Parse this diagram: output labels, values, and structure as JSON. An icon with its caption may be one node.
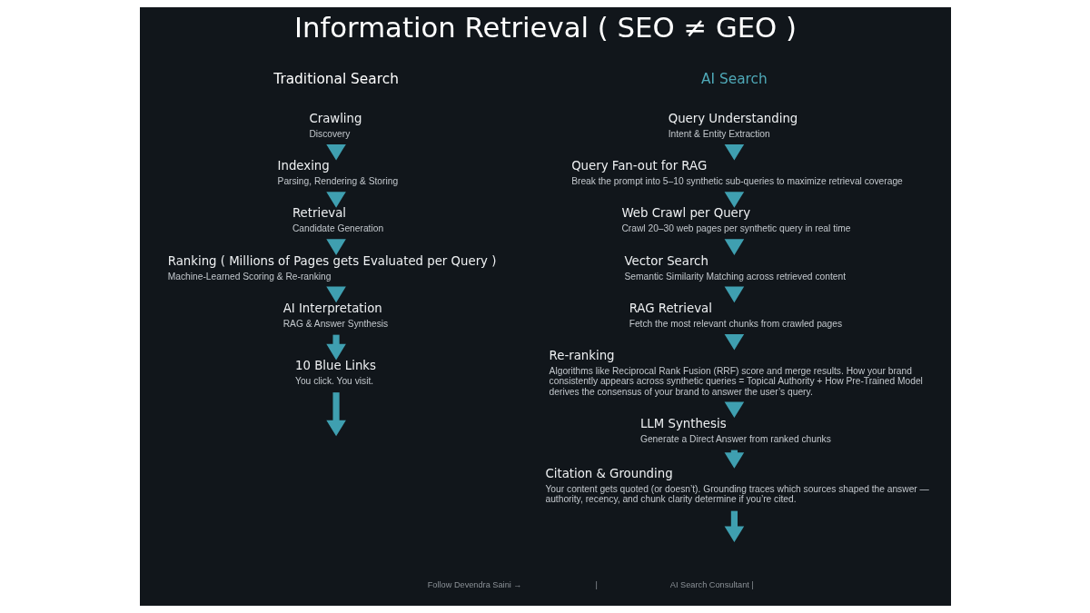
{
  "diagram": {
    "title": "Information Retrieval ( SEO ≠ GEO )",
    "nodes": [
      {
        "text": [
          "Crawling",
          "Discovery"
        ]
      },
      {
        "text": [
          "Indexing",
          "Parsing, Rendering & Storing"
        ]
      },
      {
        "text": [
          "Retrieval",
          "Candidate Generation"
        ]
      },
      {
        "text": [
          "Ranking ( Millions of Pages gets Evaluated per Query )",
          "Machine-Learned Scoring & Re-ranking"
        ]
      },
      {
        "text": [
          "AI Interpretation",
          "RAG & Answer Synthesis"
        ]
      },
      {
        "text": [
          "10 Blue Links",
          "You click. You visit."
        ]
      },
      {
        "text": [
          "Query Understanding",
          "Intent & Entity Extraction"
        ]
      },
      {
        "text": [
          "Query Fan-out for RAG",
          "Break the prompt into 5–10 synthetic sub-queries to maximize retrieval coverage"
        ]
      },
      {
        "text": [
          "Web Crawl per Query",
          "Crawl 20–30 web pages per synthetic query in real time"
        ]
      },
      {
        "text": [
          "Vector Search",
          "Semantic Similarity Matching across retrieved content"
        ]
      },
      {
        "text": [
          "RAG Retrieval",
          "Fetch the most relevant chunks from crawled pages"
        ]
      },
      {
        "text": [
          "Re-ranking",
          "Algorithms like Reciprocal Rank Fusion (RRF) score and merge results. How your brand consistently appears across synthetic queries = Topical Authority + How Pre-Trained Model derives the consensus of your brand to answer the user’s query."
        ]
      },
      {
        "text": [
          "LLM Synthesis",
          "Generate a Direct Answer from ranked chunks"
        ]
      },
      {
        "text": [
          "Citation & Grounding",
          "Your content gets quoted (or doesn’t). Grounding traces which sources shaped the answer — authority, recency, and chunk clarity determine if you’re cited."
        ]
      }
    ],
    "edges": [
      {
        "from": 0,
        "to": 1,
        "arrow": "to"
      },
      {
        "from": 1,
        "to": 2,
        "arrow": "to"
      },
      {
        "from": 2,
        "to": 3,
        "arrow": "to"
      },
      {
        "from": 3,
        "to": 4,
        "arrow": "to"
      },
      {
        "from": 4,
        "to": 5,
        "arrow": "to"
      },
      {
        "from": 5,
        "to": null,
        "arrow": "to"
      },
      {
        "from": 6,
        "to": 7,
        "arrow": "to"
      },
      {
        "from": 7,
        "to": 8,
        "arrow": "to"
      },
      {
        "from": 8,
        "to": 9,
        "arrow": "to"
      },
      {
        "from": 9,
        "to": 10,
        "arrow": "to"
      },
      {
        "from": 10,
        "to": 11,
        "arrow": "to"
      },
      {
        "from": 11,
        "to": 12,
        "arrow": "to"
      },
      {
        "from": 12,
        "to": 13,
        "arrow": "to"
      },
      {
        "from": 13,
        "to": null,
        "arrow": "to"
      }
    ],
    "labels": [
      "Traditional Search",
      "AI Search",
      "Follow Devendra Saini →",
      "|",
      "AI Search Consultant |"
    ]
  }
}
